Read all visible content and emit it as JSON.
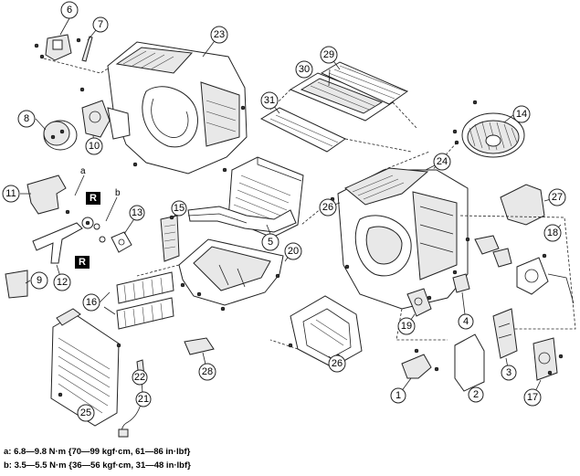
{
  "callouts": [
    {
      "id": "c1",
      "num": "1"
    },
    {
      "id": "c2",
      "num": "2"
    },
    {
      "id": "c3",
      "num": "3"
    },
    {
      "id": "c4",
      "num": "4"
    },
    {
      "id": "c5",
      "num": "5"
    },
    {
      "id": "c6",
      "num": "6"
    },
    {
      "id": "c7",
      "num": "7"
    },
    {
      "id": "c8",
      "num": "8"
    },
    {
      "id": "c9",
      "num": "9"
    },
    {
      "id": "c10",
      "num": "10"
    },
    {
      "id": "c11",
      "num": "11"
    },
    {
      "id": "c12",
      "num": "12"
    },
    {
      "id": "c13",
      "num": "13"
    },
    {
      "id": "c14",
      "num": "14"
    },
    {
      "id": "c15",
      "num": "15"
    },
    {
      "id": "c16",
      "num": "16"
    },
    {
      "id": "c17",
      "num": "17"
    },
    {
      "id": "c18",
      "num": "18"
    },
    {
      "id": "c19",
      "num": "19"
    },
    {
      "id": "c20",
      "num": "20"
    },
    {
      "id": "c21",
      "num": "21"
    },
    {
      "id": "c22",
      "num": "22"
    },
    {
      "id": "c23",
      "num": "23"
    },
    {
      "id": "c24",
      "num": "24"
    },
    {
      "id": "c25",
      "num": "25"
    },
    {
      "id": "c26a",
      "num": "26"
    },
    {
      "id": "c26b",
      "num": "26"
    },
    {
      "id": "c27",
      "num": "27"
    },
    {
      "id": "c28",
      "num": "28"
    },
    {
      "id": "c29",
      "num": "29"
    },
    {
      "id": "c30",
      "num": "30"
    },
    {
      "id": "c31",
      "num": "31"
    }
  ],
  "torque_marks": {
    "a": "a",
    "b": "b"
  },
  "replace_marks": {
    "r1": "R",
    "r2": "R"
  },
  "torque_specs": {
    "a": "a: 6.8—9.8 N·m {70—99 kgf·cm, 61—86 in·lbf}",
    "b": "b: 3.5—5.5 N·m {36—56 kgf·cm, 31—48 in·lbf}"
  }
}
